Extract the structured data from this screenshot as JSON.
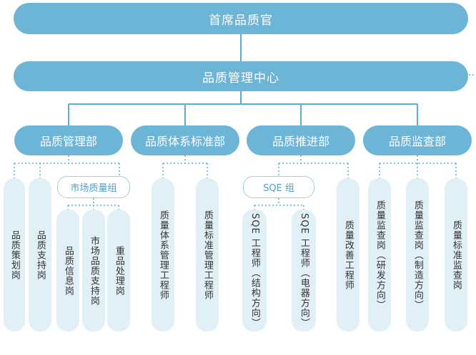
{
  "chief": {
    "label": "首席品质官"
  },
  "center": {
    "label": "品质管理中心"
  },
  "departments": [
    {
      "label": "品质管理部"
    },
    {
      "label": "品质体系标准部"
    },
    {
      "label": "品质推进部"
    },
    {
      "label": "品质监查部"
    }
  ],
  "groups": {
    "market": {
      "label": "市场质量组"
    },
    "sqe": {
      "label": "SQE 组"
    }
  },
  "roles": [
    "品质策划岗",
    "品质支持岗",
    "品质信息岗",
    "市场品质支持岗",
    "重品处理岗",
    "质量体系管理工程师",
    "质量标准管理工程师",
    "SQE 工程师（结构方向）",
    "SQE 工程师（电器方向）",
    "质量改善工程师",
    "质量监查岗（研发方向）",
    "质量监查岗（制造方向）",
    "质量标准监查岗"
  ],
  "colors": {
    "accent": "#6cb5d6",
    "role_bg": "#e1eff6",
    "connector": "#5aaed6"
  }
}
